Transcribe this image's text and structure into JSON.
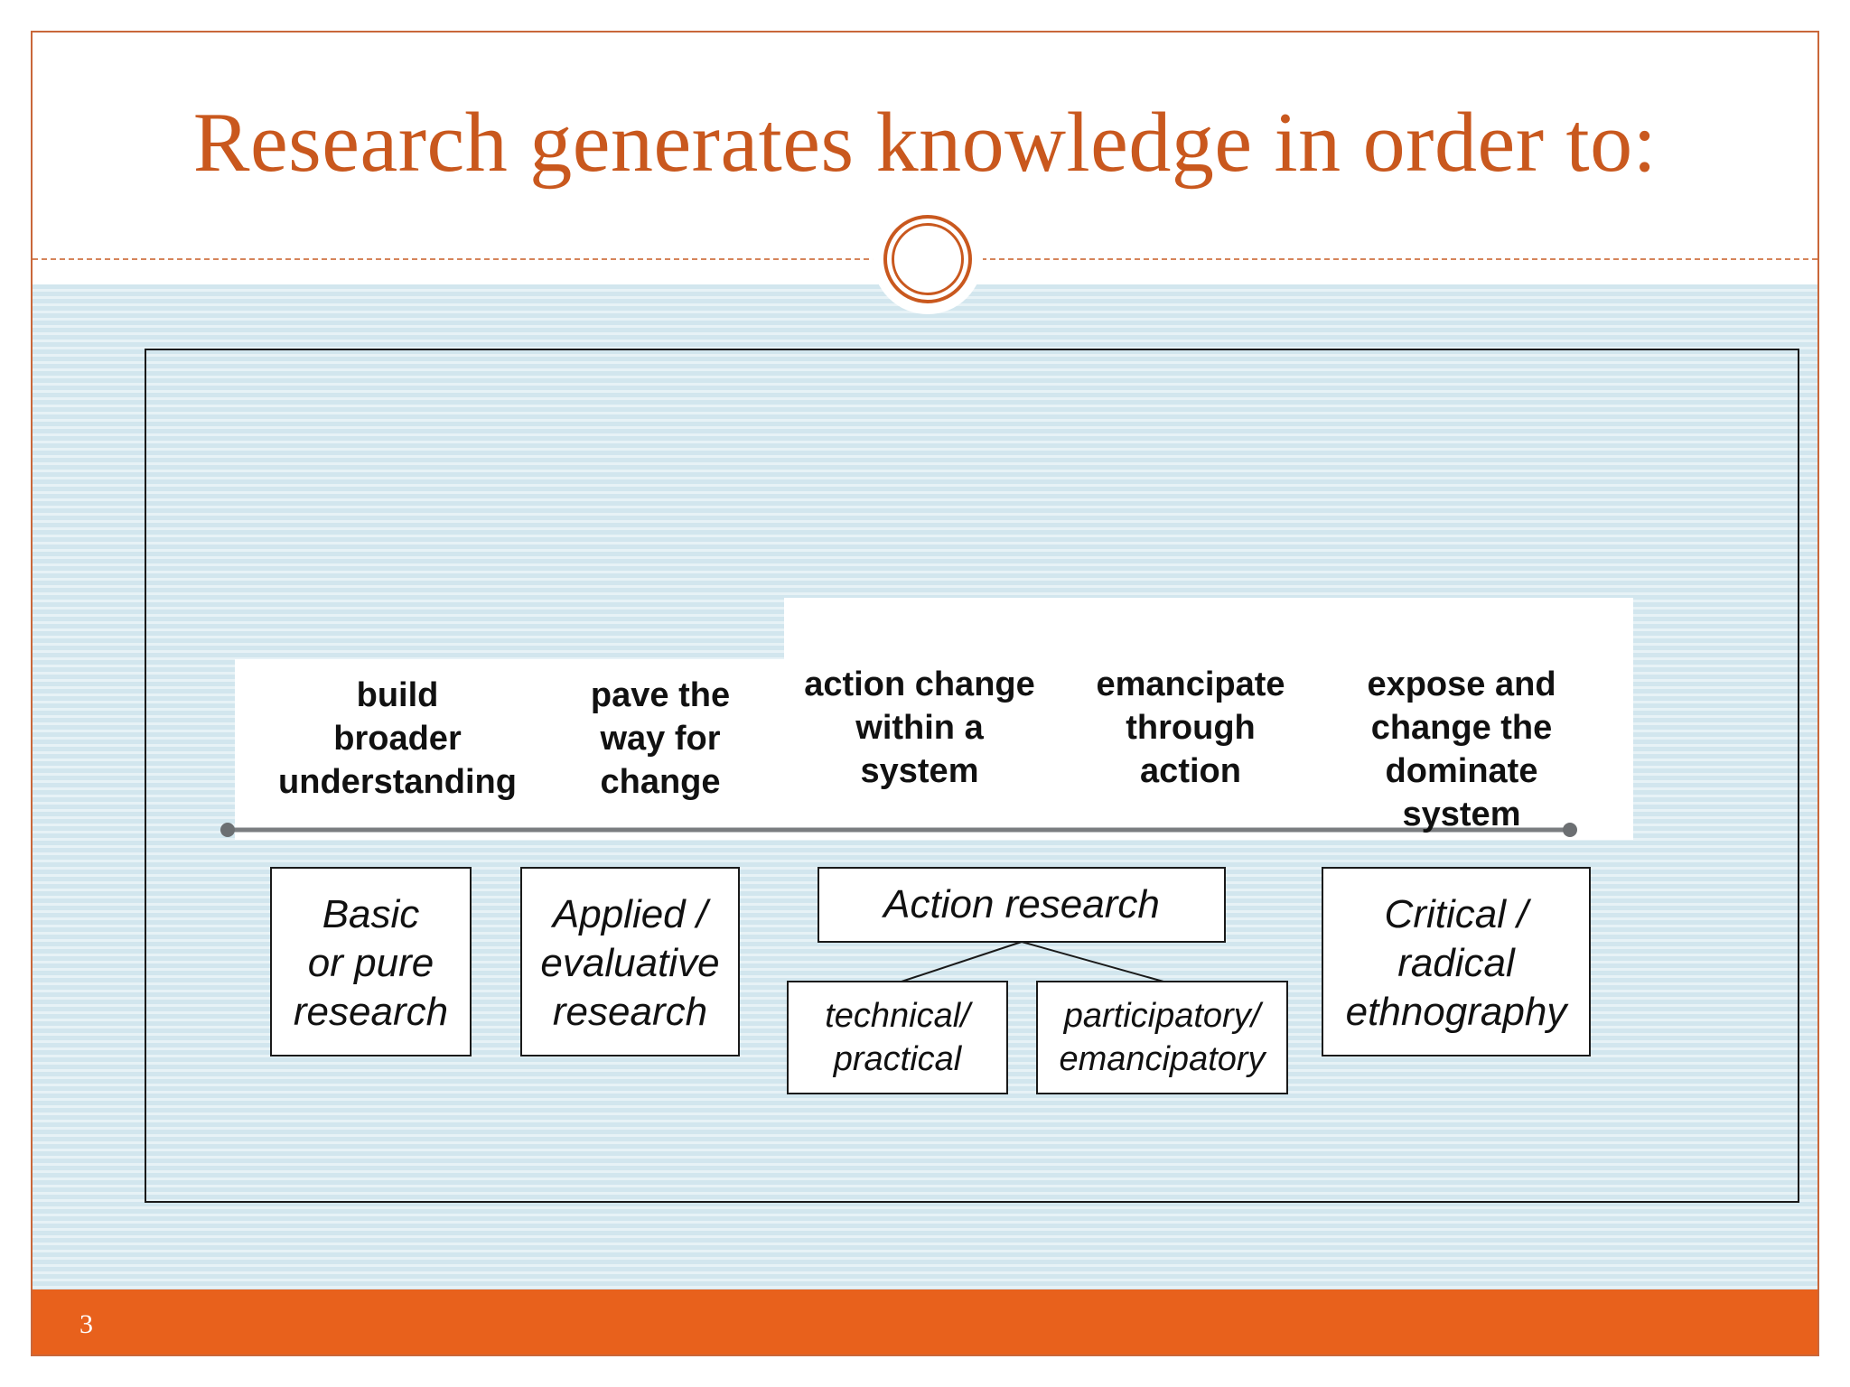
{
  "slide": {
    "title": "Research generates knowledge in order to:",
    "page_number": "3",
    "colors": {
      "accent": "#c9581e",
      "footer": "#e8611c",
      "background_band": "#d2e6ee"
    }
  },
  "diagram": {
    "purposes": [
      "build\nbroader\nunderstanding",
      "pave the\nway for\nchange",
      "action change\nwithin a\nsystem",
      "emancipate\nthrough\naction",
      "expose and\nchange the\ndominate\nsystem"
    ],
    "categories": {
      "basic": "Basic\nor pure\nresearch",
      "applied": "Applied /\nevaluative\nresearch",
      "action": "Action research",
      "critical": "Critical /\nradical\nethnography"
    },
    "action_subtypes": [
      "technical/\npractical",
      "participatory/\nemancipatory"
    ]
  }
}
